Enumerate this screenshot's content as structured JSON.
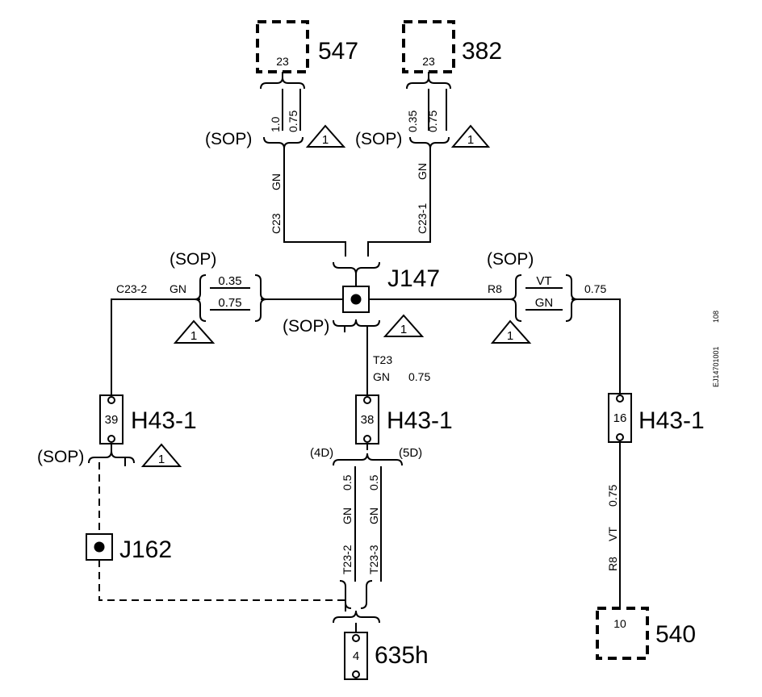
{
  "connectors_top": [
    {
      "pin": "23",
      "id": "547"
    },
    {
      "pin": "23",
      "id": "382"
    }
  ],
  "connector_bottom_right": {
    "pin": "10",
    "id": "540"
  },
  "connector_bottom": {
    "pin": "4",
    "id": "635h"
  },
  "splices": {
    "main": "J147",
    "lower": "J162"
  },
  "h43": {
    "id": "H43-1",
    "pins": [
      "39",
      "38",
      "16"
    ]
  },
  "sop": "(SOP)",
  "note_marker": "1",
  "wires": {
    "top_left": {
      "sizes": [
        "1.0",
        "0.75"
      ],
      "color": "GN",
      "circuit": "C23"
    },
    "top_right": {
      "sizes": [
        "0.35",
        "0.75"
      ],
      "color": "GN",
      "circuit": "C23-1"
    },
    "left": {
      "circuit": "C23-2",
      "color": "GN",
      "sizes": [
        "0.35",
        "0.75"
      ]
    },
    "right": {
      "circuit": "R8",
      "colors": [
        "VT",
        "GN"
      ],
      "size": "0.75"
    },
    "center": {
      "circuit": "T23",
      "color": "GN",
      "size": "0.75"
    },
    "lower_left": {
      "circuit": "T23-2",
      "color": "GN",
      "size": "0.5",
      "tag": "(4D)"
    },
    "lower_right": {
      "circuit": "T23-3",
      "color": "GN",
      "size": "0.5",
      "tag": "(5D)"
    },
    "right_down": {
      "size": "0.75",
      "color": "VT",
      "circuit": "R8"
    }
  },
  "figure_code": [
    "EJ14701001",
    "108"
  ]
}
